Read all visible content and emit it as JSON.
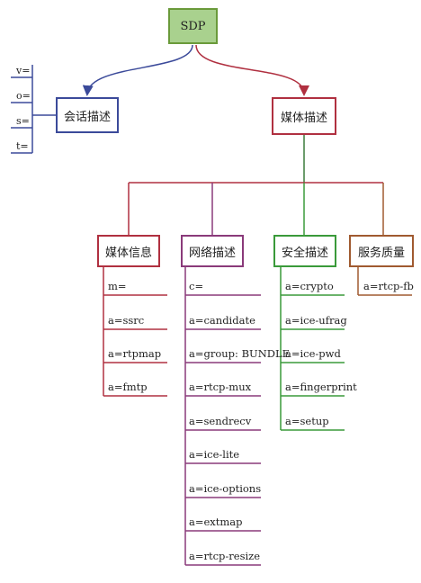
{
  "root": {
    "label": "SDP"
  },
  "session": {
    "label": "会话描述",
    "items": [
      "v=",
      "o=",
      "s=",
      "t="
    ]
  },
  "media": {
    "label": "媒体描述"
  },
  "categories": [
    {
      "label": "媒体信息",
      "items": [
        "m=",
        "a=ssrc",
        "a=rtpmap",
        "a=fmtp"
      ]
    },
    {
      "label": "网络描述",
      "items": [
        "c=",
        "a=candidate",
        "a=group: BUNDLE",
        "a=rtcp-mux",
        "a=sendrecv",
        "a=ice-lite",
        "a=ice-options",
        "a=extmap",
        "a=rtcp-resize"
      ]
    },
    {
      "label": "安全描述",
      "items": [
        "a=crypto",
        "a=ice-ufrag",
        "a=ice-pwd",
        "a=fingerprint",
        "a=setup"
      ]
    },
    {
      "label": "服务质量",
      "items": [
        "a=rtcp-fb"
      ]
    }
  ],
  "colors": {
    "root_fill": "#a9d18e",
    "root_border": "#6a9a3a",
    "session": "#3b4a9a",
    "media": "#b03040",
    "media_info": "#b03040",
    "network": "#8a3a7a",
    "security": "#3a9a3a",
    "qos": "#a05a30"
  }
}
